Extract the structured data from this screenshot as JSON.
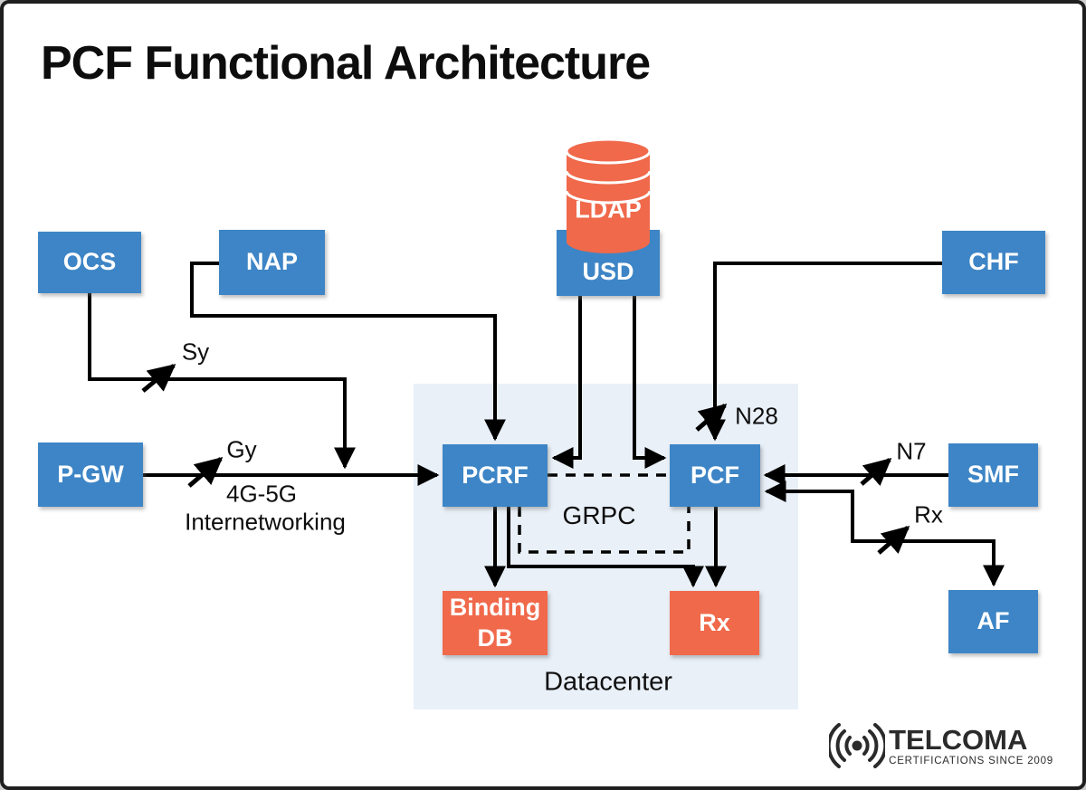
{
  "title": "PCF Functional Architecture",
  "nodes": {
    "ocs": {
      "label": "OCS"
    },
    "nap": {
      "label": "NAP"
    },
    "usd": {
      "label": "USD"
    },
    "ldap": {
      "label": "LDAP"
    },
    "chf": {
      "label": "CHF"
    },
    "pgw": {
      "label": "P-GW"
    },
    "pcrf": {
      "label": "PCRF"
    },
    "pcf": {
      "label": "PCF"
    },
    "smf": {
      "label": "SMF"
    },
    "binding_db": {
      "label": "Binding DB"
    },
    "rx": {
      "label": "Rx"
    },
    "af": {
      "label": "AF"
    }
  },
  "region": {
    "label": "Datacenter"
  },
  "edge_labels": {
    "sy": "Sy",
    "gy": "Gy",
    "n28": "N28",
    "n7": "N7",
    "rx": "Rx",
    "grpc": "GRPC",
    "internetworking_line1": "4G-5G",
    "internetworking_line2": "Internetworking"
  },
  "edges": [
    {
      "from": "OCS",
      "to": "P-GW/PCRF link",
      "label": "Sy"
    },
    {
      "from": "NAP",
      "to": "PCRF",
      "label": ""
    },
    {
      "from": "P-GW",
      "to": "PCRF",
      "label": "Gy"
    },
    {
      "from": "USD",
      "to": "PCRF",
      "label": ""
    },
    {
      "from": "USD",
      "to": "PCF",
      "label": ""
    },
    {
      "from": "CHF",
      "to": "PCF",
      "label": "N28"
    },
    {
      "from": "SMF",
      "to": "PCF",
      "label": "N7"
    },
    {
      "from": "PCF",
      "to": "AF",
      "label": "Rx",
      "bidirectional": true
    },
    {
      "from": "PCRF",
      "to": "Binding DB",
      "label": ""
    },
    {
      "from": "PCRF",
      "to": "Rx",
      "label": ""
    },
    {
      "from": "PCF",
      "to": "Rx",
      "label": ""
    },
    {
      "from": "PCRF",
      "to": "PCF",
      "label": "GRPC",
      "style": "dashed"
    }
  ],
  "colors": {
    "node_blue": "#3d85c6",
    "node_orange": "#f0694b",
    "region_bg": "#e9f0f8",
    "line": "#000000"
  },
  "logo": {
    "name": "TELCOMA",
    "tagline": "CERTIFICATIONS SINCE 2009"
  }
}
